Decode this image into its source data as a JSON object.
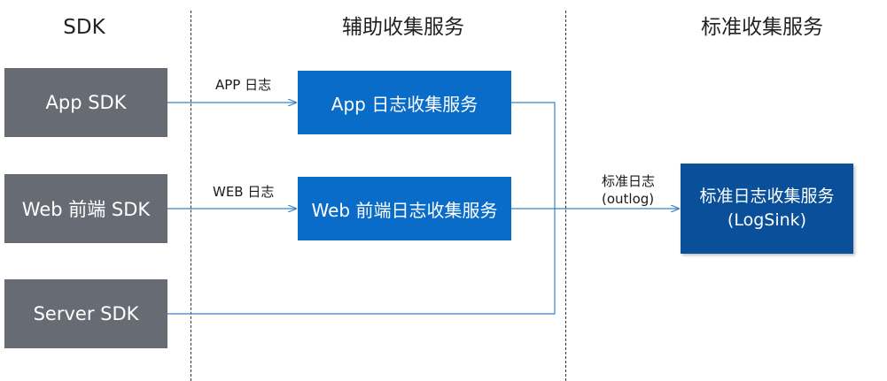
{
  "columns": {
    "sdk": "SDK",
    "aux": "辅助收集服务",
    "std": "标准收集服务"
  },
  "sdk_boxes": {
    "app": "App SDK",
    "web": "Web 前端 SDK",
    "server": "Server SDK"
  },
  "aux_services": {
    "app": "App 日志收集服务",
    "web": "Web 前端日志收集服务"
  },
  "standard_service": {
    "line1": "标准日志收集服务",
    "line2": "(LogSink)"
  },
  "edge_labels": {
    "app_log": "APP 日志",
    "web_log": "WEB 日志",
    "std_log_line1": "标准日志",
    "std_log_line2": "(outlog)"
  },
  "colors": {
    "sdk_box": "#676b73",
    "aux_service_box": "#0a6cc9",
    "standard_service_box": "#0a4f99",
    "connector": "#3b82c4"
  }
}
